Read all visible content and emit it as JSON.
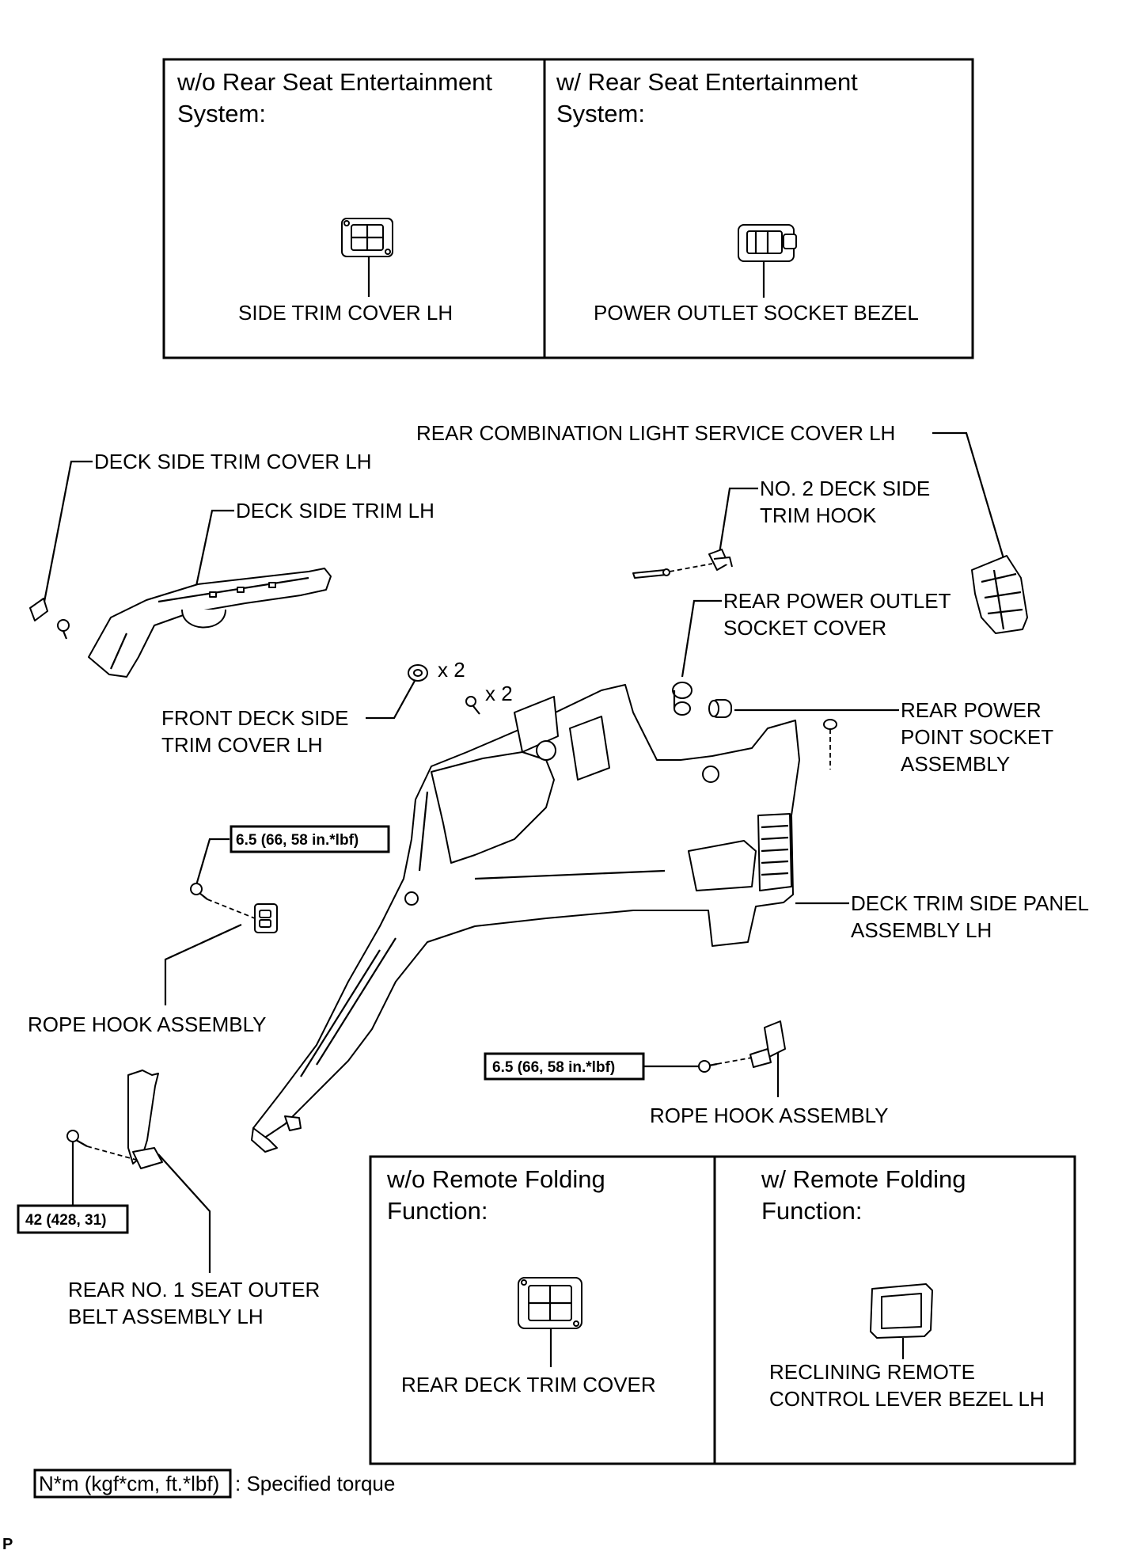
{
  "top_box": {
    "left_header": [
      "w/o Rear Seat Entertainment",
      "System:"
    ],
    "right_header": [
      "w/ Rear Seat Entertainment",
      "System:"
    ],
    "left_part": "SIDE TRIM COVER LH",
    "right_part": "POWER OUTLET SOCKET BEZEL"
  },
  "labels": {
    "rear_comb_light_cover": "REAR COMBINATION LIGHT SERVICE COVER LH",
    "deck_side_trim_cover": "DECK SIDE TRIM COVER LH",
    "deck_side_trim": "DECK SIDE TRIM LH",
    "no2_hook": [
      "NO. 2 DECK SIDE",
      "TRIM HOOK"
    ],
    "rear_power_outlet_cover": [
      "REAR POWER OUTLET",
      "SOCKET COVER"
    ],
    "qty_clip": "x 2",
    "qty_screw": "x 2",
    "front_deck_side_trim_cover": [
      "FRONT DECK SIDE",
      "TRIM COVER LH"
    ],
    "rear_power_point_socket": [
      "REAR POWER",
      "POINT SOCKET",
      "ASSEMBLY"
    ],
    "deck_trim_side_panel": [
      "DECK TRIM SIDE PANEL",
      "ASSEMBLY LH"
    ],
    "rope_hook_left": "ROPE HOOK ASSEMBLY",
    "rope_hook_right": "ROPE HOOK ASSEMBLY",
    "seat_belt": [
      "REAR NO. 1 SEAT OUTER",
      "BELT ASSEMBLY LH"
    ]
  },
  "torques": {
    "rope_hook_left": "6.5 (66, 58 in.*lbf)",
    "rope_hook_right": "6.5 (66, 58 in.*lbf)",
    "seat_belt": "42 (428, 31)"
  },
  "bottom_box": {
    "left_header": [
      "w/o Remote Folding",
      "Function:"
    ],
    "right_header": [
      "w/ Remote Folding",
      "Function:"
    ],
    "left_part": "REAR DECK TRIM COVER",
    "right_part": [
      "RECLINING REMOTE",
      "CONTROL LEVER BEZEL LH"
    ]
  },
  "legend": {
    "unit": "N*m (kgf*cm, ft.*lbf)",
    "text": ": Specified torque"
  },
  "corner_code": "P"
}
